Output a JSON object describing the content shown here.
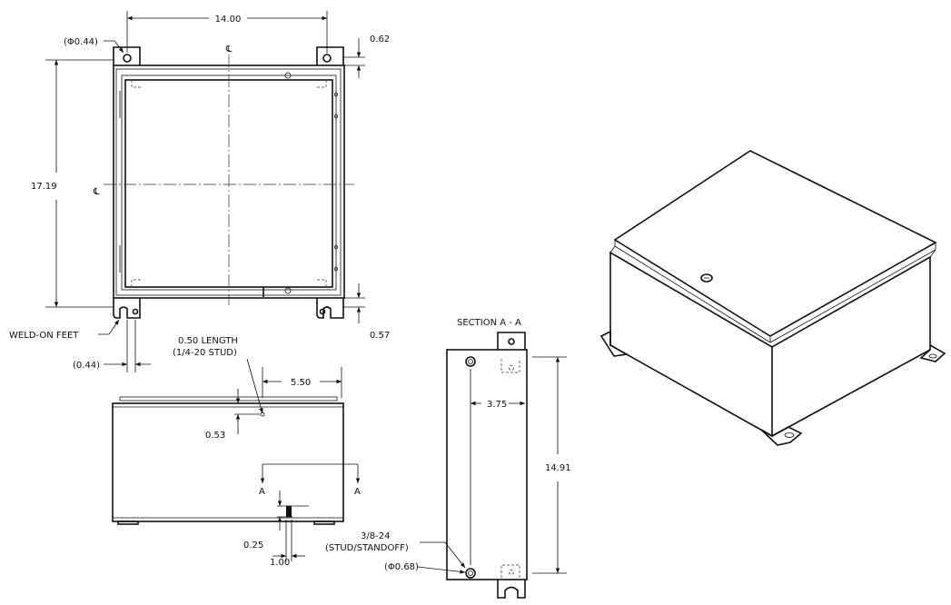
{
  "plan_view": {
    "width_dim": "14.00",
    "height_dim": "17.19",
    "hole_dia": "(Φ0.44)",
    "top_offset": "0.62",
    "bottom_offset": "0.57",
    "foot_dim": "(0.44)",
    "centerline_symbol_top": "℄",
    "centerline_symbol_left": "℄",
    "weld_on_feet": "WELD-ON FEET"
  },
  "front_view": {
    "stud_length_line1": "0.50 LENGTH",
    "stud_length_line2": "(1/4-20 STUD)",
    "stud_offset": "5.50",
    "stud_drop": "0.53",
    "section_mark_left": "A",
    "section_mark_right": "A",
    "tab_height": "0.25",
    "tab_width": "1.00"
  },
  "section_view": {
    "title": "SECTION A - A",
    "inner_dim": "3.75",
    "height_dim": "14.91",
    "stud_label_line1": "3/8-24",
    "stud_label_line2": "(STUD/STANDOFF)",
    "stud_dia": "(Φ0.68)"
  }
}
